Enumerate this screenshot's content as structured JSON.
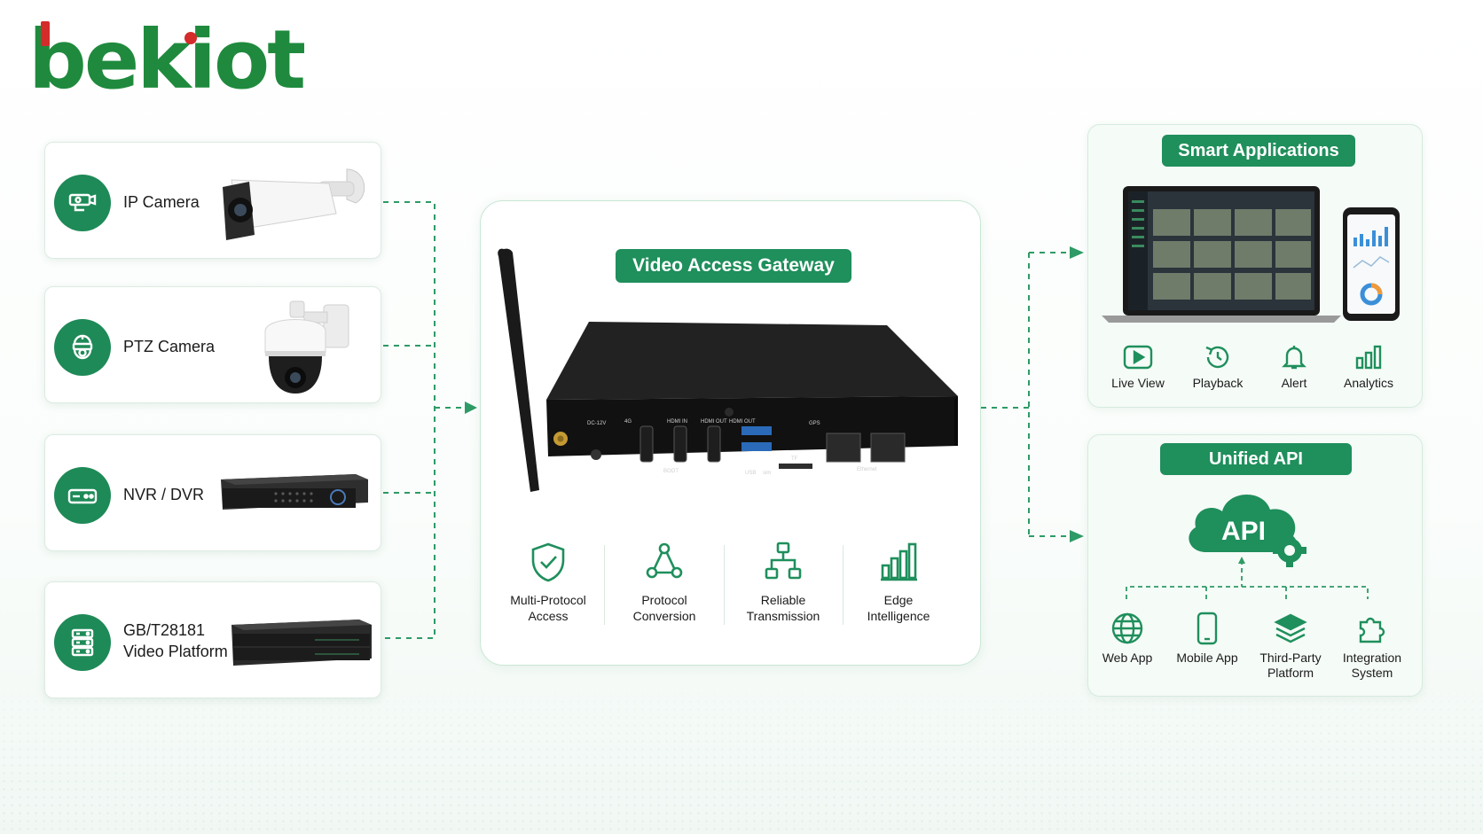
{
  "brand": {
    "name": "bekiot"
  },
  "devices": [
    {
      "label": "IP Camera",
      "icon": "ip-camera-icon"
    },
    {
      "label": "PTZ Camera",
      "icon": "ptz-camera-icon"
    },
    {
      "label": "NVR / DVR",
      "icon": "nvr-icon"
    },
    {
      "label_line1": "GB/T28181",
      "label_line2": "Video Platform",
      "icon": "server-stack-icon"
    }
  ],
  "gateway": {
    "title": "Video Access Gateway",
    "port_labels": [
      "DC-12V",
      "4G",
      "HDMI IN",
      "HDMI OUT",
      "HDMI OUT",
      "BOOT",
      "GPS",
      "TF",
      "USB",
      "sim",
      "Ethernet"
    ],
    "features": [
      {
        "line1": "Multi-Protocol",
        "line2": "Access",
        "icon": "shield-check-icon"
      },
      {
        "line1": "Protocol",
        "line2": "Conversion",
        "icon": "network-nodes-icon"
      },
      {
        "line1": "Reliable",
        "line2": "Transmission",
        "icon": "hierarchy-icon"
      },
      {
        "line1": "Edge",
        "line2": "Intelligence",
        "icon": "bar-chart-icon"
      }
    ]
  },
  "smart_apps": {
    "title": "Smart Applications",
    "items": [
      {
        "label": "Live View",
        "icon": "play-icon"
      },
      {
        "label": "Playback",
        "icon": "history-icon"
      },
      {
        "label": "Alert",
        "icon": "bell-icon"
      },
      {
        "label": "Analytics",
        "icon": "bars-icon"
      }
    ]
  },
  "unified_api": {
    "title": "Unified API",
    "cloud_label": "API",
    "items": [
      {
        "line1": "Web App",
        "line2": "",
        "icon": "globe-icon"
      },
      {
        "line1": "Mobile App",
        "line2": "",
        "icon": "mobile-icon"
      },
      {
        "line1": "Third-Party",
        "line2": "Platform",
        "icon": "layers-icon"
      },
      {
        "line1": "Integration",
        "line2": "System",
        "icon": "puzzle-icon"
      }
    ]
  },
  "colors": {
    "brand_green": "#1f8a3d",
    "accent_green": "#1f8f5c",
    "brand_red": "#d42b2b",
    "dash_line": "#2e9b66"
  }
}
